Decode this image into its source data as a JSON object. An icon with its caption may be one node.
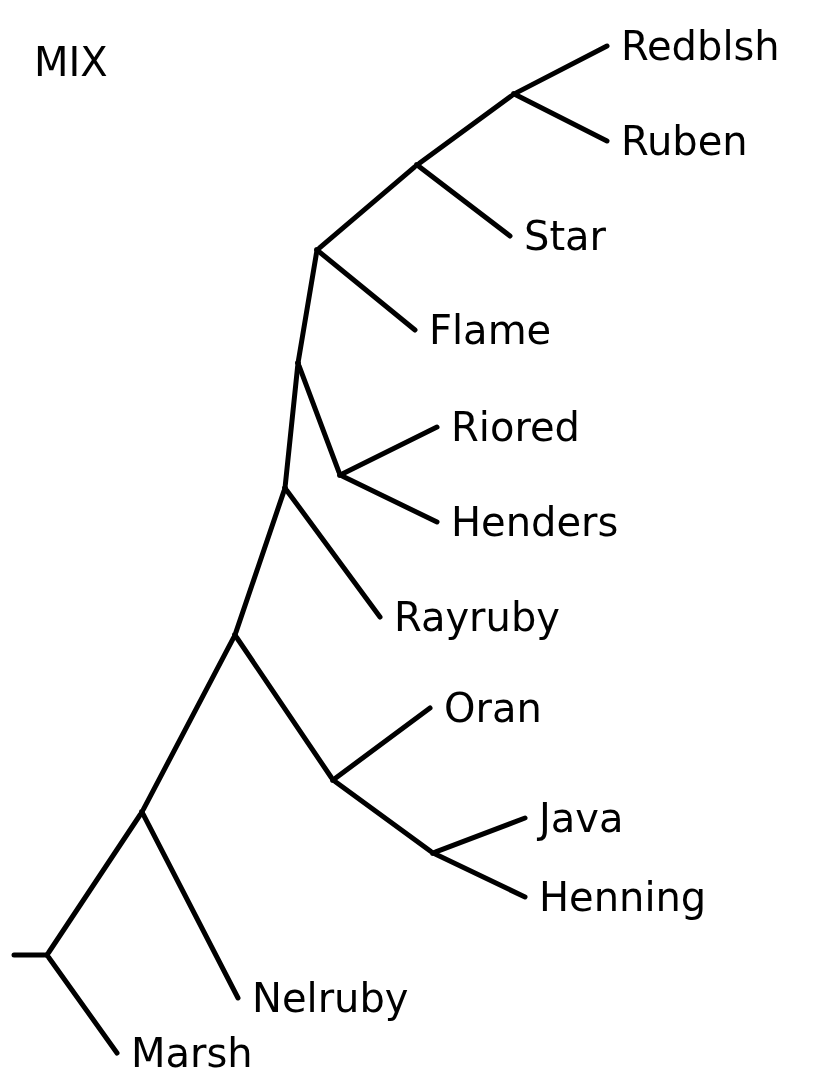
{
  "diagram": {
    "title": "MIX",
    "nodes": [
      {
        "text": [
          "Redblsh"
        ]
      },
      {
        "text": [
          "Ruben"
        ]
      },
      {
        "text": [
          "Star"
        ]
      },
      {
        "text": [
          "Flame"
        ]
      },
      {
        "text": [
          "Riored"
        ]
      },
      {
        "text": [
          "Henders"
        ]
      },
      {
        "text": [
          "Rayruby"
        ]
      },
      {
        "text": [
          "Oran"
        ]
      },
      {
        "text": [
          "Java"
        ]
      },
      {
        "text": [
          "Henning"
        ]
      },
      {
        "text": [
          "Nelruby"
        ]
      },
      {
        "text": [
          "Marsh"
        ]
      },
      {
        "text": [],
        "shape": "point"
      },
      {
        "text": [],
        "shape": "point"
      },
      {
        "text": [],
        "shape": "point"
      },
      {
        "text": [],
        "shape": "point"
      },
      {
        "text": [],
        "shape": "point"
      },
      {
        "text": [],
        "shape": "point"
      },
      {
        "text": [],
        "shape": "point"
      },
      {
        "text": [],
        "shape": "point"
      },
      {
        "text": [],
        "shape": "point"
      },
      {
        "text": [],
        "shape": "point"
      },
      {
        "text": [],
        "shape": "point"
      }
    ],
    "edges": [
      {
        "from": null,
        "to": 22,
        "arrow": "none"
      },
      {
        "from": 22,
        "to": 20,
        "arrow": "none"
      },
      {
        "from": 22,
        "to": 11,
        "arrow": "none"
      },
      {
        "from": 20,
        "to": 18,
        "arrow": "none"
      },
      {
        "from": 20,
        "to": 10,
        "arrow": "none"
      },
      {
        "from": 18,
        "to": 17,
        "arrow": "none"
      },
      {
        "from": 18,
        "to": 19,
        "arrow": "none"
      },
      {
        "from": 19,
        "to": 7,
        "arrow": "none"
      },
      {
        "from": 19,
        "to": 21,
        "arrow": "none"
      },
      {
        "from": 21,
        "to": 8,
        "arrow": "none"
      },
      {
        "from": 21,
        "to": 9,
        "arrow": "none"
      },
      {
        "from": 17,
        "to": 15,
        "arrow": "none"
      },
      {
        "from": 17,
        "to": 6,
        "arrow": "none"
      },
      {
        "from": 15,
        "to": 14,
        "arrow": "none"
      },
      {
        "from": 15,
        "to": 16,
        "arrow": "none"
      },
      {
        "from": 16,
        "to": 4,
        "arrow": "none"
      },
      {
        "from": 16,
        "to": 5,
        "arrow": "none"
      },
      {
        "from": 14,
        "to": 13,
        "arrow": "none"
      },
      {
        "from": 14,
        "to": 3,
        "arrow": "none"
      },
      {
        "from": 13,
        "to": 12,
        "arrow": "none"
      },
      {
        "from": 13,
        "to": 2,
        "arrow": "none"
      },
      {
        "from": 12,
        "to": 0,
        "arrow": "none"
      },
      {
        "from": 12,
        "to": 1,
        "arrow": "none"
      }
    ]
  }
}
